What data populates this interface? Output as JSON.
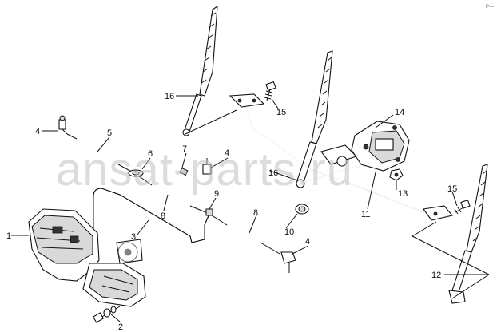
{
  "watermark": "ansat-parts.ru",
  "corner_mark": "P—",
  "callouts": [
    {
      "id": "c1",
      "text": "1"
    },
    {
      "id": "c2",
      "text": "2"
    },
    {
      "id": "c3",
      "text": "3"
    },
    {
      "id": "c4a",
      "text": "4"
    },
    {
      "id": "c4b",
      "text": "4"
    },
    {
      "id": "c4c",
      "text": "4"
    },
    {
      "id": "c5",
      "text": "5"
    },
    {
      "id": "c6",
      "text": "6"
    },
    {
      "id": "c7",
      "text": "7"
    },
    {
      "id": "c8a",
      "text": "8"
    },
    {
      "id": "c8b",
      "text": "8"
    },
    {
      "id": "c9",
      "text": "9"
    },
    {
      "id": "c10",
      "text": "10"
    },
    {
      "id": "c11",
      "text": "11"
    },
    {
      "id": "c12",
      "text": "12"
    },
    {
      "id": "c13",
      "text": "13"
    },
    {
      "id": "c14",
      "text": "14"
    },
    {
      "id": "c15a",
      "text": "15"
    },
    {
      "id": "c15b",
      "text": "15"
    },
    {
      "id": "c16a",
      "text": "16"
    },
    {
      "id": "c16b",
      "text": "16"
    }
  ]
}
